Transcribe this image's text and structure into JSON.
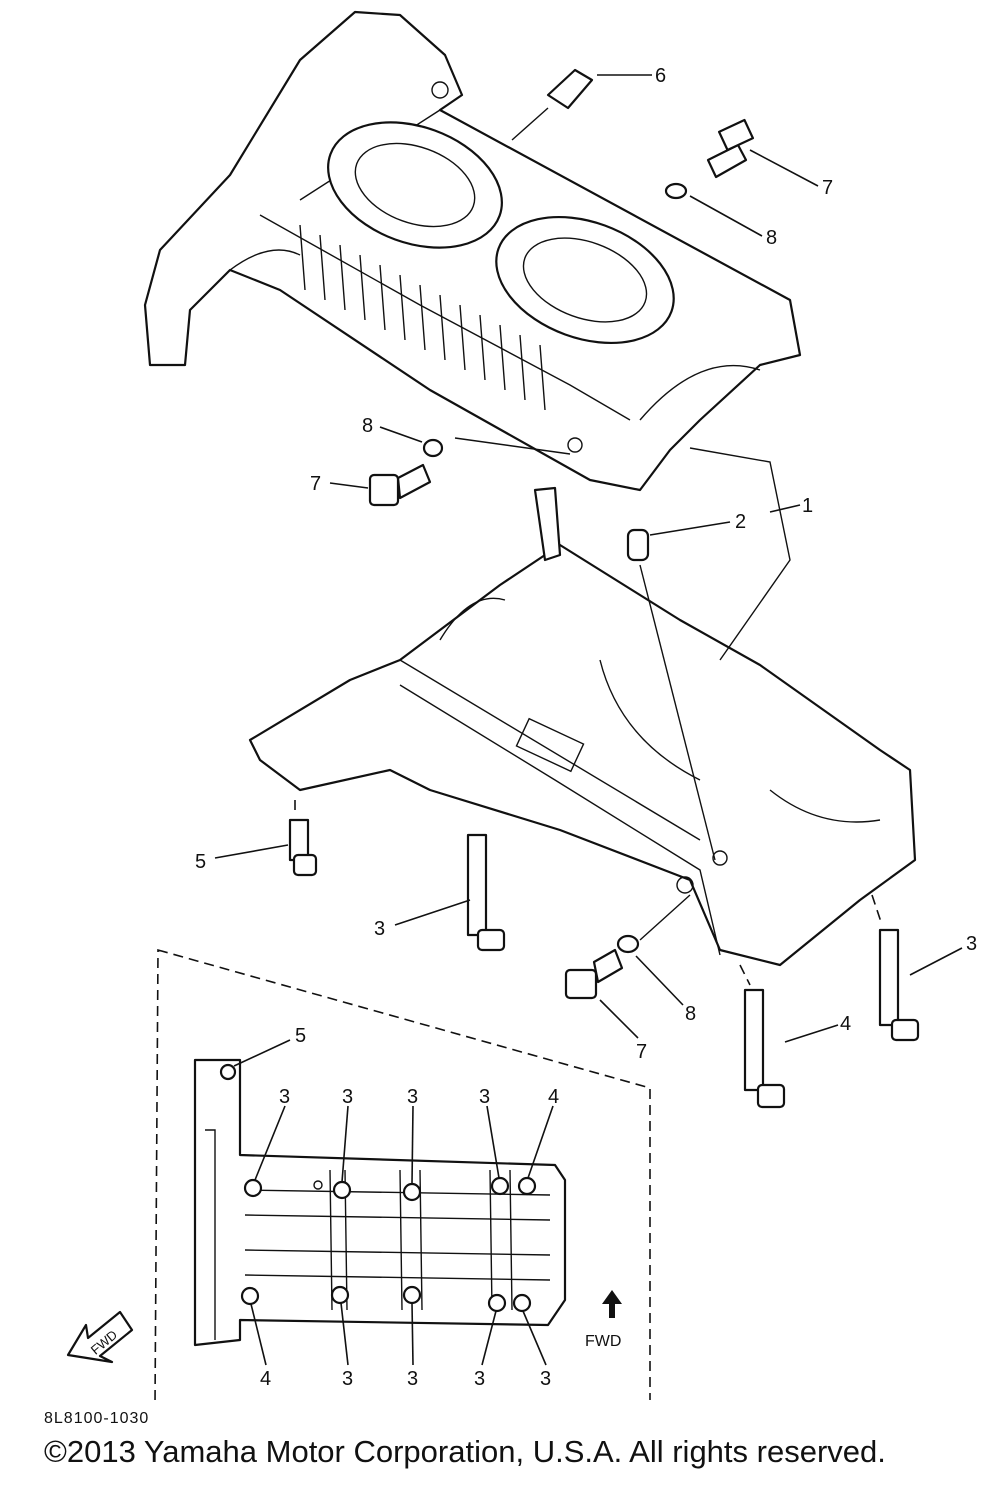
{
  "callouts": {
    "c1": "1",
    "c2": "2",
    "c3a": "3",
    "c3b": "3",
    "c4": "4",
    "c5": "5",
    "c6": "6",
    "c7a": "7",
    "c7b": "7",
    "c7c": "7",
    "c8a": "8",
    "c8b": "8",
    "c8c": "8"
  },
  "inset": {
    "top_labels": [
      "5",
      "3",
      "3",
      "3",
      "3",
      "4"
    ],
    "bottom_labels": [
      "4",
      "3",
      "3",
      "3",
      "3"
    ],
    "fwd_left": "FWD",
    "fwd_right": "FWD"
  },
  "footer": {
    "ref_code": "8L8100-1030",
    "copyright": "©2013 Yamaha Motor Corporation, U.S.A. All rights reserved."
  }
}
